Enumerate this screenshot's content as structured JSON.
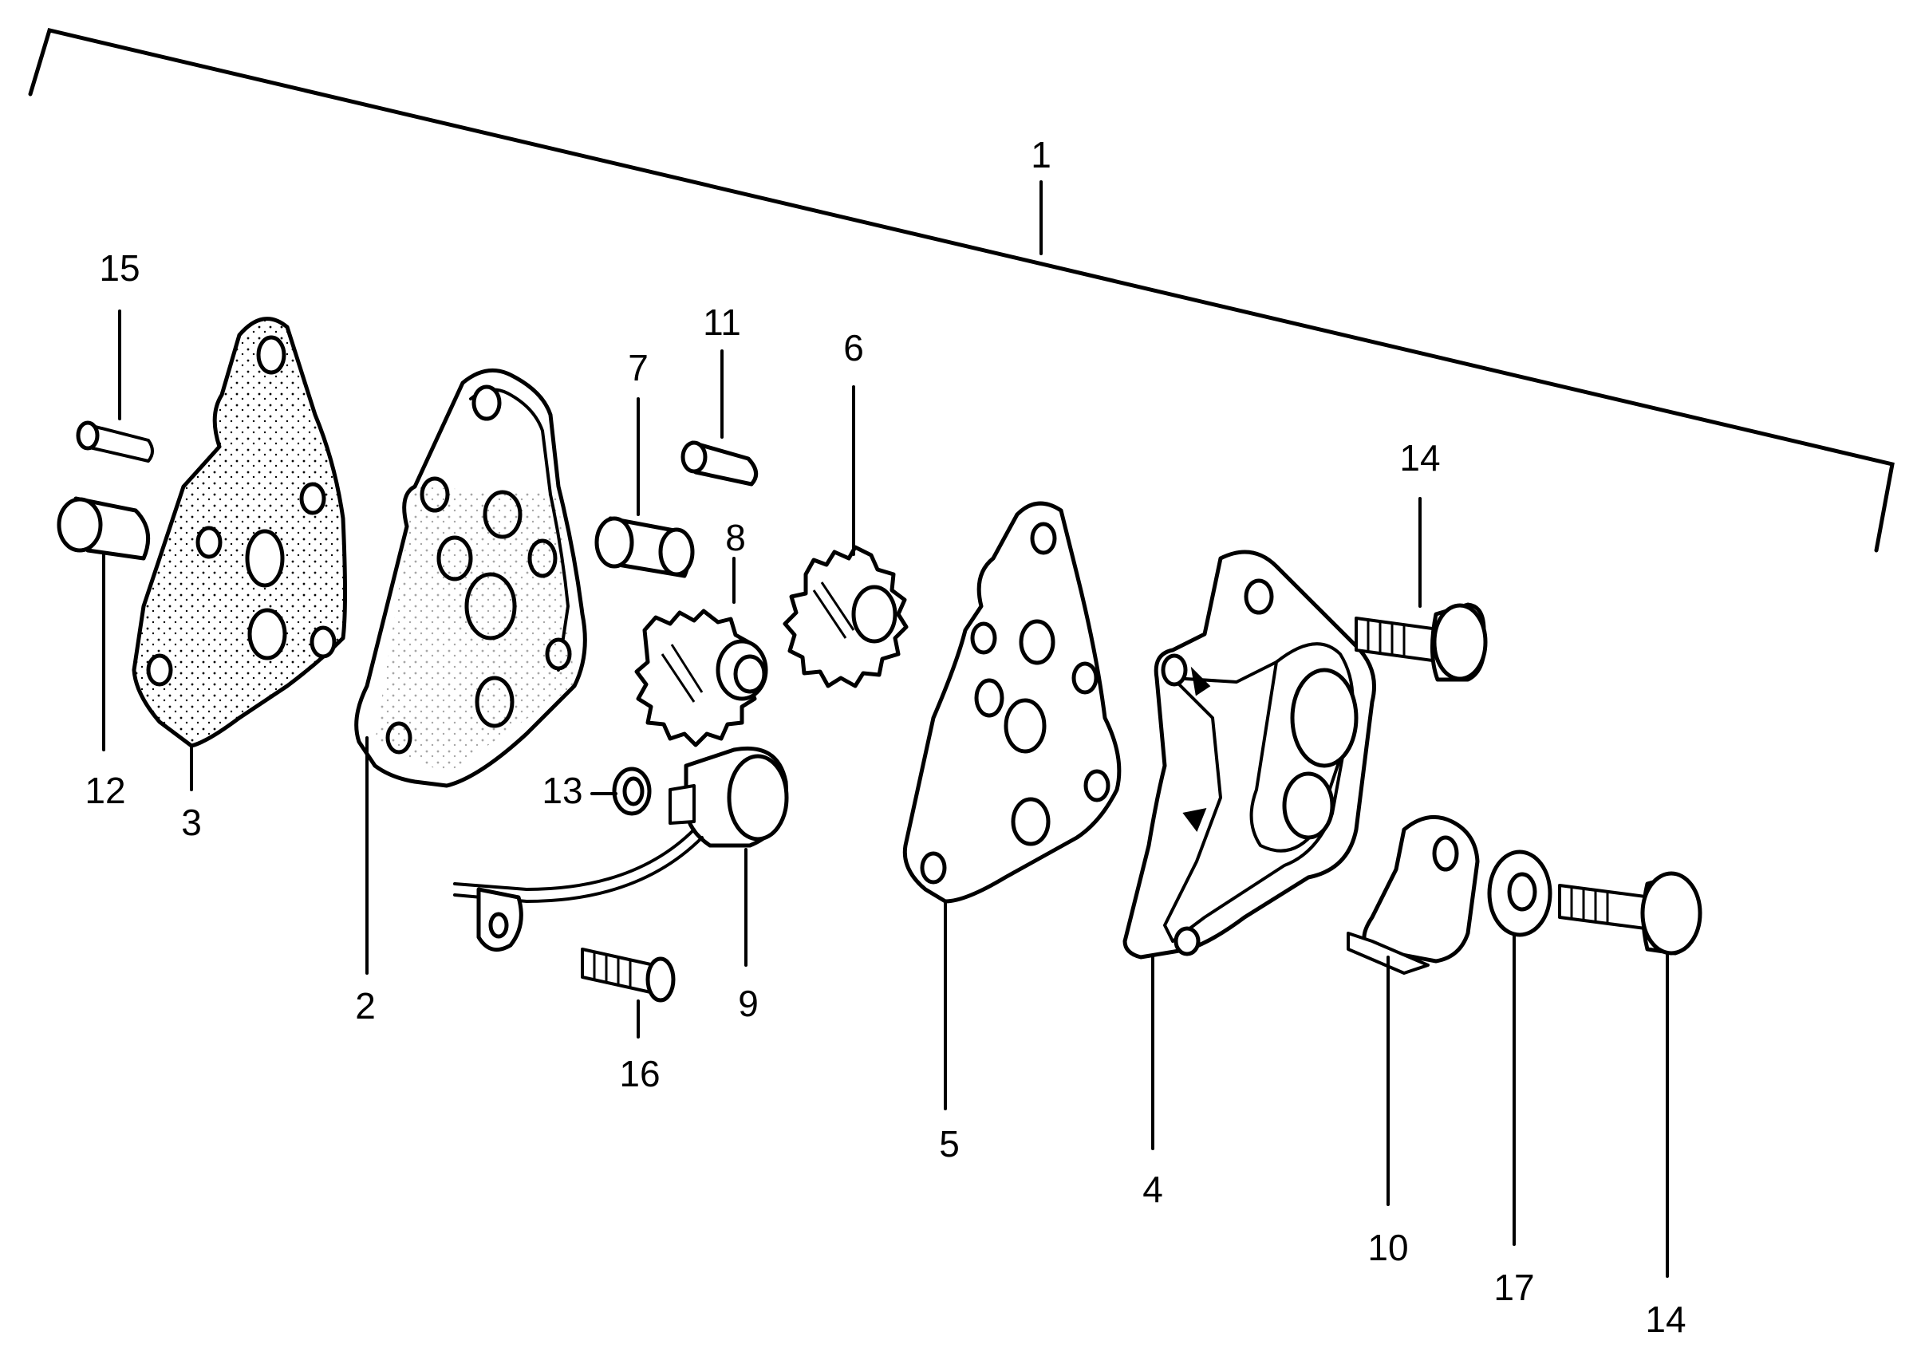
{
  "callouts": {
    "c1": "1",
    "c2": "2",
    "c3": "3",
    "c4": "4",
    "c5": "5",
    "c6": "6",
    "c7": "7",
    "c8": "8",
    "c9": "9",
    "c10": "10",
    "c11": "11",
    "c12": "12",
    "c13": "13",
    "c14a": "14",
    "c14b": "14",
    "c15": "15",
    "c16": "16",
    "c17": "17"
  },
  "colors": {
    "ink": "#000000",
    "paper": "#ffffff"
  }
}
